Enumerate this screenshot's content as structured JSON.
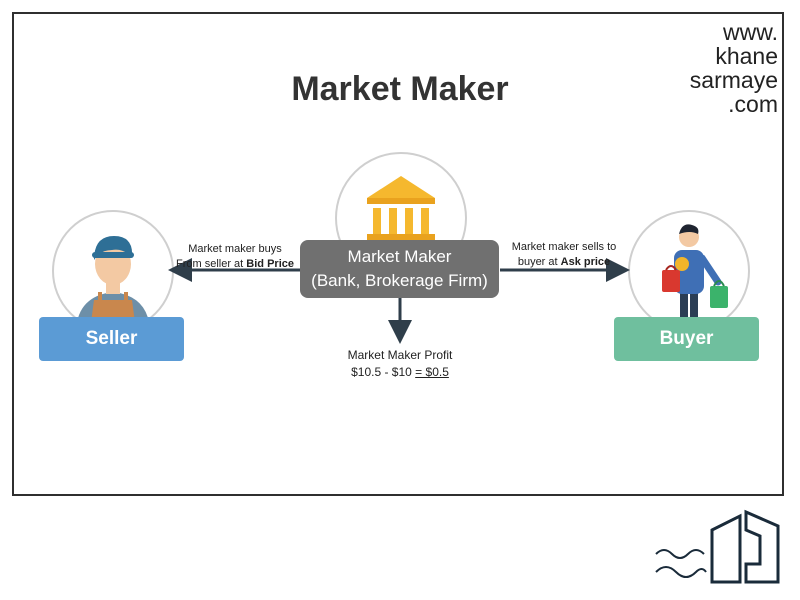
{
  "title": "Market Maker",
  "brand": {
    "line1": "www.",
    "line2": "khane",
    "line3": "sarmaye",
    "line4": ".com"
  },
  "seller": {
    "label": "Seller",
    "color": "#5b9bd5",
    "caption_line1": "Market maker buys",
    "caption_line2_prefix": "From seller at ",
    "caption_line2_bold": "Bid Price"
  },
  "buyer": {
    "label": "Buyer",
    "color": "#6fbf9e",
    "caption_line1": "Market maker sells to",
    "caption_line2_prefix": "buyer at ",
    "caption_line2_bold": "Ask price"
  },
  "market_maker": {
    "line1": "Market Maker",
    "line2": "(Bank, Brokerage Firm)",
    "color": "#707070"
  },
  "profit": {
    "line1": "Market Maker Profit",
    "line2_prefix": "$10.5 - $10 ",
    "line2_result": "= $0.5"
  },
  "logo": {
    "icon": "house-logo-icon"
  },
  "colors": {
    "arrow": "#2f3e4a",
    "bank": "#f5b82e",
    "frame": "#2f2f2f"
  }
}
